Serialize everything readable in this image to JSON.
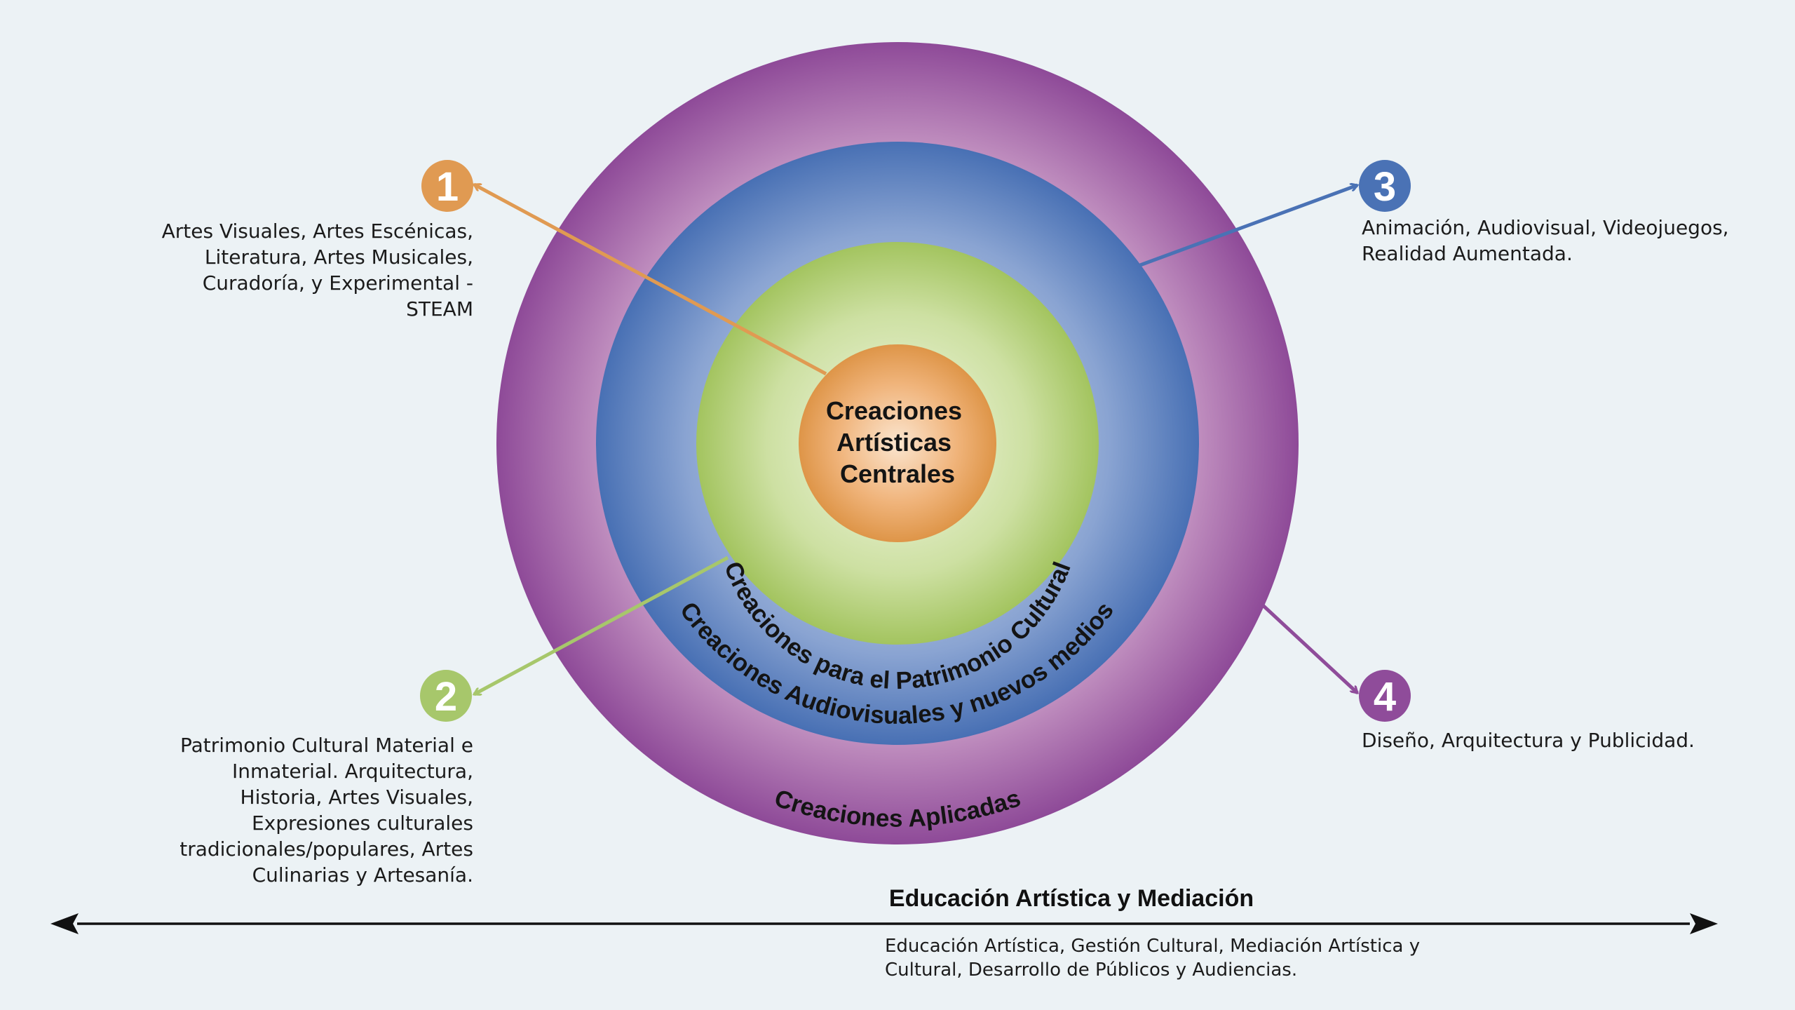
{
  "rings": {
    "outer_label": "Creaciones Aplicadas",
    "blue_label": "Creaciones Audiovisuales y nuevos medios",
    "green_label": "Creaciones para el Patrimonio Cultural",
    "center_lines": [
      "Creaciones",
      "Artísticas",
      "Centrales"
    ]
  },
  "badges": [
    {
      "number": "1",
      "color": "#e09a52",
      "description": "Artes Visuales, Artes Escénicas, Literatura, Artes Musicales, Curadoría, y Experimental - STEAM"
    },
    {
      "number": "2",
      "color": "#a7c76b",
      "description": "Patrimonio Cultural Material e Inmaterial. Arquitectura, Historia, Artes Visuales, Expresiones culturales tradicionales/populares, Artes Culinarias y Artesanía."
    },
    {
      "number": "3",
      "color": "#4a72b5",
      "description": "Animación, Audiovisual, Videojuegos, Realidad Aumentada."
    },
    {
      "number": "4",
      "color": "#8f4c9a",
      "description": "Diseño, Arquitectura y Publicidad."
    }
  ],
  "axis": {
    "title": "Educación Artística y Mediación",
    "description": "Educación Artística, Gestión Cultural, Mediación Artística y Cultural, Desarrollo de Públicos y Audiencias."
  },
  "colors": {
    "background": "#ecf2f5",
    "purple": "#8f4c9a",
    "blue": "#4a72b5",
    "green": "#a7c76b",
    "orange": "#e09a52"
  }
}
